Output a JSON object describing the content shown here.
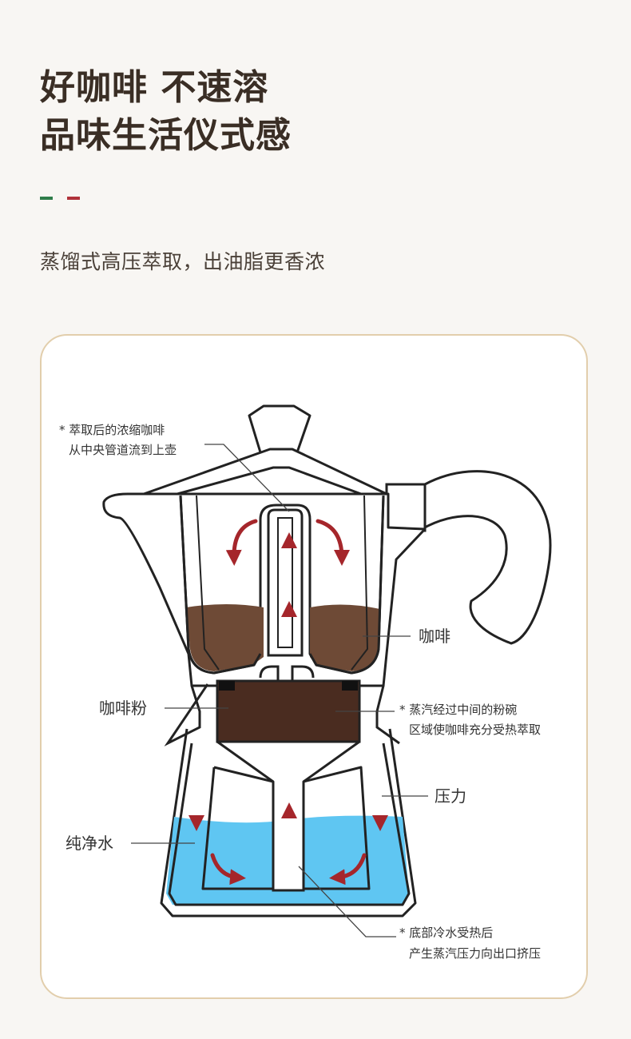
{
  "header": {
    "title_line1": "好咖啡 不速溶",
    "title_line2": "品味生活仪式感",
    "subtitle": "蒸馏式高压萃取，出油脂更香浓"
  },
  "diagram": {
    "note_top_line1": "* 萃取后的浓缩咖啡",
    "note_top_line2": "从中央管道流到上壶",
    "label_coffee": "咖啡",
    "label_coffee_powder": "咖啡粉",
    "note_steam_line1": "* 蒸汽经过中间的粉碗",
    "note_steam_line2": "区域使咖啡充分受热萃取",
    "label_pressure": "压力",
    "label_water": "纯净水",
    "note_bottom_line1": "* 底部冷水受热后",
    "note_bottom_line2": "产生蒸汽压力向出口挤压"
  },
  "colors": {
    "text_dark": "#3a2e25",
    "card_border": "#e2ceac",
    "coffee": "#6e4a36",
    "powder": "#4a2c20",
    "water": "#5fc6f2",
    "arrow": "#a5262b",
    "flag_green": "#2f7d4a",
    "flag_red": "#b0323a"
  }
}
